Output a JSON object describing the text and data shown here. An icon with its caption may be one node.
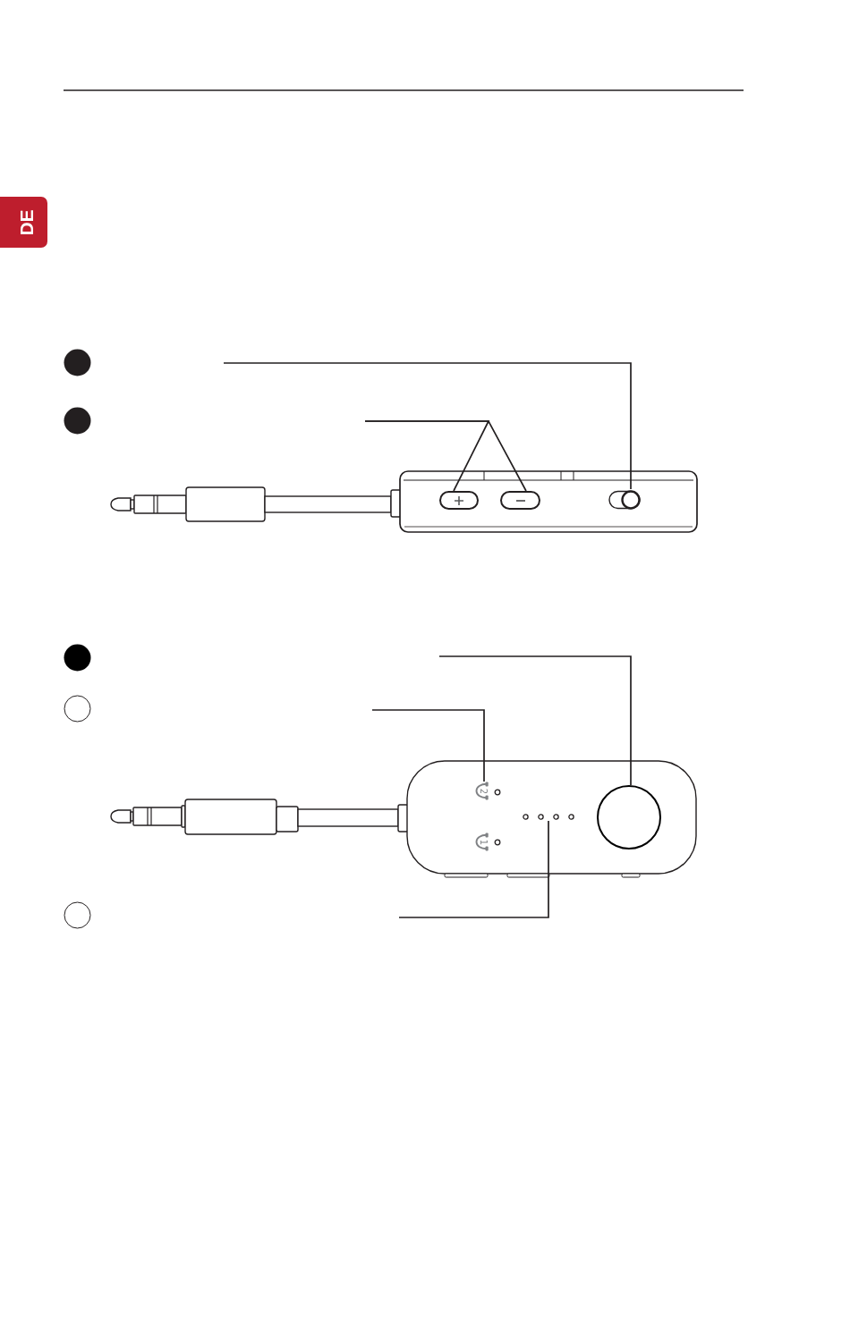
{
  "diagram": {
    "nodes": [
      {
        "text": [
          "DE"
        ]
      },
      {
        "text": [],
        "shape": "button"
      },
      {
        "text": [],
        "shape": "button"
      },
      {
        "text": [],
        "shape": "switch"
      },
      {
        "text": [
          "2"
        ]
      },
      {
        "text": [],
        "shape": "dots"
      },
      {
        "text": [],
        "shape": "circle"
      },
      {
        "text": [
          "1"
        ]
      }
    ],
    "edges": [
      {
        "from": null,
        "to": 3,
        "arrow": "none"
      },
      {
        "from": null,
        "to": 1,
        "arrow": "none"
      },
      {
        "from": null,
        "to": 2,
        "arrow": "none"
      },
      {
        "from": null,
        "to": 6,
        "arrow": "none"
      },
      {
        "from": null,
        "to": 4,
        "arrow": "none"
      },
      {
        "from": null,
        "to": 5,
        "arrow": "none"
      }
    ]
  }
}
